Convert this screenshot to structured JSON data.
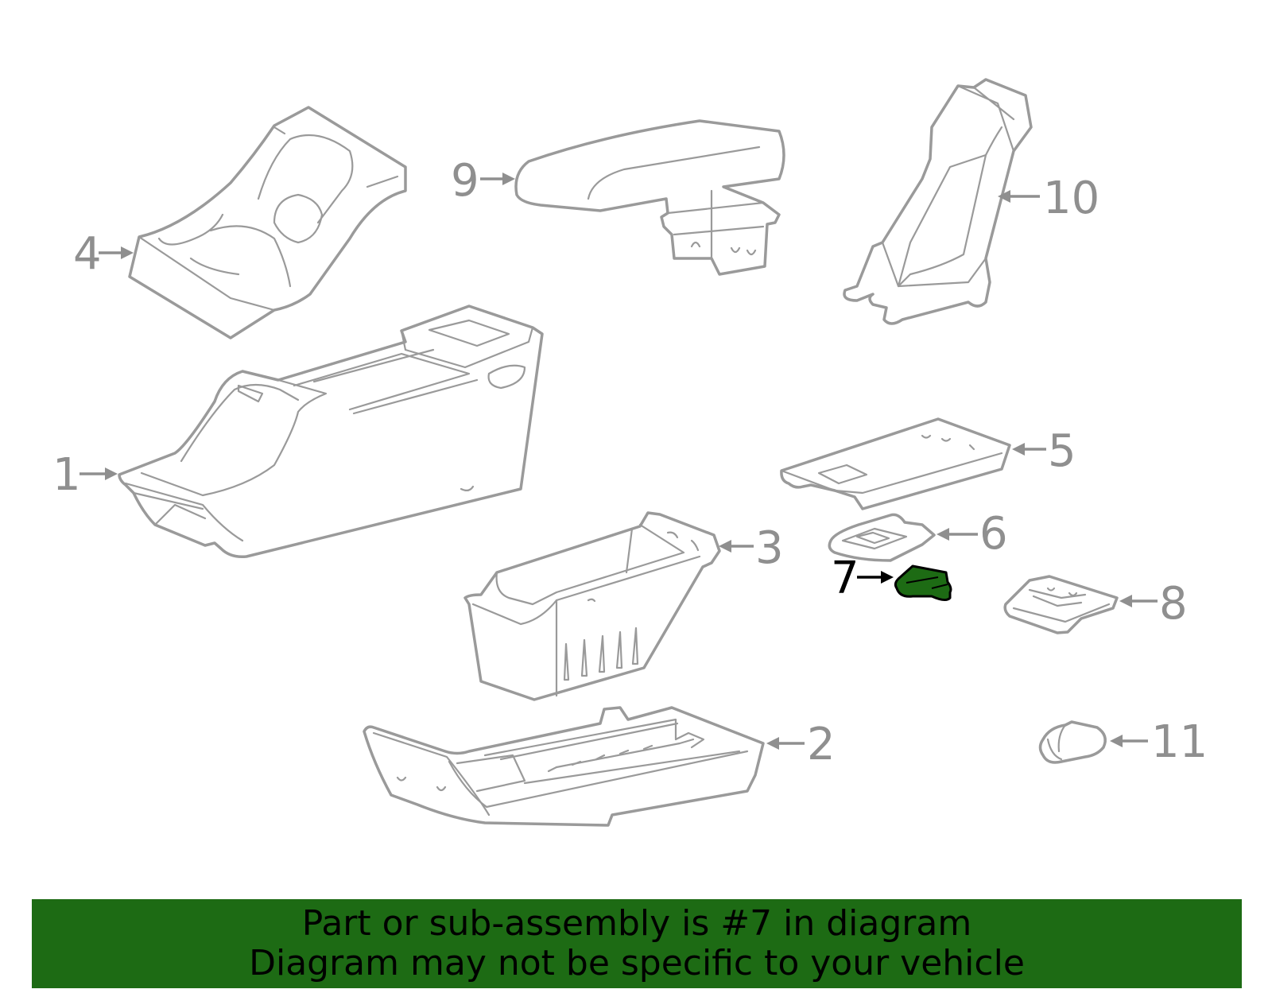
{
  "diagram": {
    "callouts": [
      {
        "id": "1",
        "label": "1"
      },
      {
        "id": "2",
        "label": "2"
      },
      {
        "id": "3",
        "label": "3"
      },
      {
        "id": "4",
        "label": "4"
      },
      {
        "id": "5",
        "label": "5"
      },
      {
        "id": "6",
        "label": "6"
      },
      {
        "id": "7",
        "label": "7"
      },
      {
        "id": "8",
        "label": "8"
      },
      {
        "id": "9",
        "label": "9"
      },
      {
        "id": "10",
        "label": "10"
      },
      {
        "id": "11",
        "label": "11"
      }
    ],
    "highlighted_part": "7",
    "colors": {
      "outline": "#9a9a9a",
      "highlight_fill": "#1d6b14",
      "highlight_label": "#000000",
      "banner_background": "#1d6b14"
    }
  },
  "banner": {
    "line1": "Part or sub-assembly is #7 in diagram",
    "line2": "Diagram may not be specific to your vehicle"
  }
}
